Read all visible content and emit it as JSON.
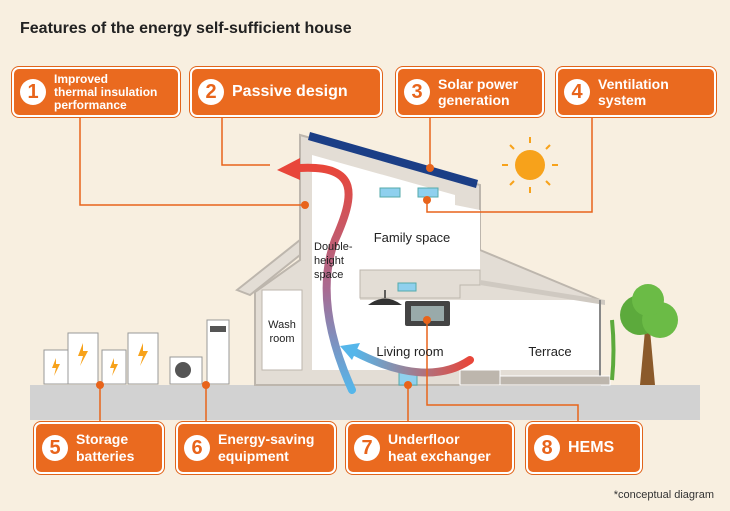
{
  "title": "Features of the energy self-sufficient house",
  "callouts": [
    {
      "num": "1",
      "label": "Improved\nthermal insulation\nperformance"
    },
    {
      "num": "2",
      "label": "Passive design"
    },
    {
      "num": "3",
      "label": "Solar power\ngeneration"
    },
    {
      "num": "4",
      "label": "Ventilation\nsystem"
    },
    {
      "num": "5",
      "label": "Storage\nbatteries"
    },
    {
      "num": "6",
      "label": "Energy-saving\nequipment"
    },
    {
      "num": "7",
      "label": "Underfloor\nheat exchanger"
    },
    {
      "num": "8",
      "label": "HEMS"
    }
  ],
  "rooms": {
    "family": "Family space",
    "double_l1": "Double-",
    "double_l2": "height",
    "double_l3": "space",
    "wash_l1": "Wash",
    "wash_l2": "room",
    "living": "Living room",
    "terrace": "Terrace"
  },
  "note": "*conceptual diagram",
  "colors": {
    "accent": "#ea6a1f",
    "ground": "#d2d2d2",
    "wall": "#e3ddd5",
    "sun": "#f7a21b"
  }
}
